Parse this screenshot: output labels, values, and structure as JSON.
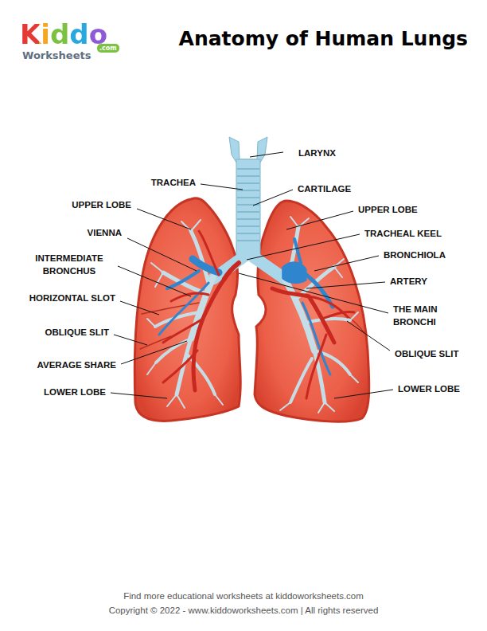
{
  "diagram": {
    "title": "Anatomy of Human Lungs",
    "labels": [
      "Kiddo",
      "Worksheets",
      ".com",
      "LARYNX",
      "TRACHEA",
      "CARTILAGE",
      "UPPER LOBE",
      "UPPER LOBE",
      "VIENNA",
      "TRACHEAL KEEL",
      "INTERMEDIATE BRONCHUS",
      "BRONCHIOLA",
      "ARTERY",
      "HORIZONTAL SLOT",
      "THE MAIN BRONCHI",
      "OBLIQUE SLIT",
      "OBLIQUE SLIT",
      "AVERAGE SHARE",
      "LOWER LOBE",
      "LOWER LOBE",
      "Find more educational worksheets at kiddoworksheets.com",
      "Copyright © 2022 - www.kiddoworksheets.com | All rights reserved"
    ]
  }
}
